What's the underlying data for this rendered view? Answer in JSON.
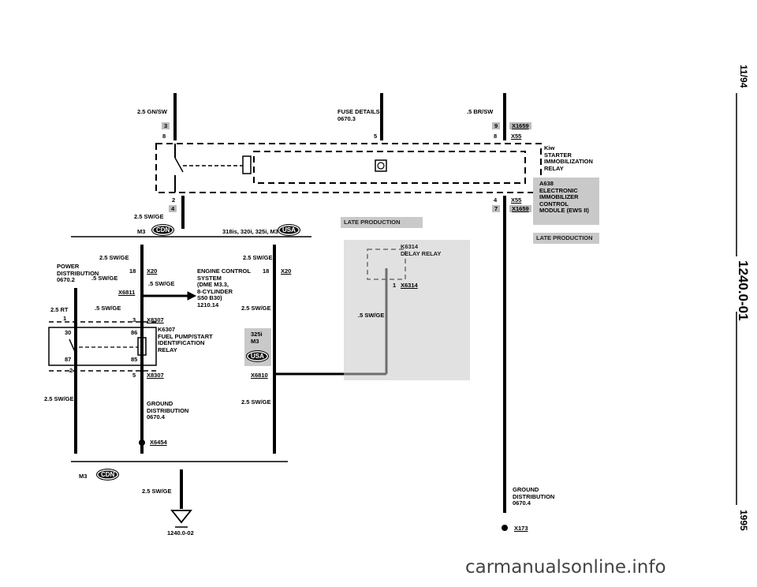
{
  "margin": {
    "date": "11/94",
    "page": "1240.0-01",
    "year": "1995"
  },
  "watermark": "carmanualsonline.info",
  "top_wires": {
    "left_wire": "2.5 GN/SW",
    "left_pin": "3",
    "left_num": "8",
    "fuse": "FUSE DETAILS\n0670.3",
    "fuse_num": "5",
    "right_wire": ".5 BR/SW",
    "right_pin": "9",
    "right_conn": "X1659",
    "right_num": "8",
    "right_conn2": "X55"
  },
  "kiw": {
    "label": "Kiw\nSTARTER\nIMMOBILIZATION\nRELAY"
  },
  "a638": {
    "label": "A638\nELECTRONIC\nIMMOBILIZER\nCONTROL\nMODULE (EWS II)"
  },
  "late_production_1": "LATE PRODUCTION",
  "late_production_2": "LATE PRODUCTION",
  "k6314": {
    "label": "K6314\nDELAY RELAY",
    "pin": "1",
    "conn": "X6314",
    "wire": ".5 SW/GE"
  },
  "mid_left": {
    "pin2": "2",
    "pin4": "4",
    "wire": "2.5 SW/GE",
    "m3": "M3",
    "cdn": "CDN"
  },
  "mid_right": {
    "pin4": "4",
    "conn": "X55",
    "pin7": "7",
    "conn2": "X1659"
  },
  "variants": {
    "label": "318is, 320i, 325i, M3",
    "usa": "USA"
  },
  "power_dist": "POWER\nDISTRIBUTION\n0670.2",
  "left_side": {
    "wire1": "2.5 SW/GE",
    "pin18": "18",
    "conn_x20": "X20",
    "wire2": ".5 SW/GE",
    "wire3": ".5 SW/GE",
    "conn_x6811": "X6811",
    "wire4": ".5 SW/GE",
    "rt": "2.5 RT",
    "rt_num": "1",
    "pin3": "3",
    "conn_x8307a": "X8307",
    "pin30": "30",
    "pin86": "86",
    "pin87": "87",
    "pin85": "85",
    "pin2": "2",
    "pin5": "5",
    "conn_x8307b": "X8307",
    "wire_bottom": "2.5 SW/GE"
  },
  "engine": "ENGINE CONTROL\nSYSTEM\n(DME M3.3,\n8-CYLINDER\nS50 B30)\n1210.14",
  "k6307": "K6307\nFUEL PUMP/START\nIDENTIFICATION\nRELAY",
  "right_side": {
    "wire1": "2.5 SW/GE",
    "pin18": "18",
    "conn": "X20",
    "wire2": "2.5 SW/GE",
    "box": "325i\nM3",
    "usa": "USA",
    "conn_x6810": "X6810",
    "wire3": "2.5 SW/GE"
  },
  "ground_mid": {
    "label": "GROUND\nDISTRIBUTION\n0670.4",
    "conn": "X6454"
  },
  "bottom": {
    "m3": "M3",
    "cdn": "CDN",
    "wire": "2.5 SW/GE",
    "ref": "1240.0-02"
  },
  "ground_right": {
    "label": "GROUND\nDISTRIBUTION\n0670.4",
    "conn": "X173"
  }
}
